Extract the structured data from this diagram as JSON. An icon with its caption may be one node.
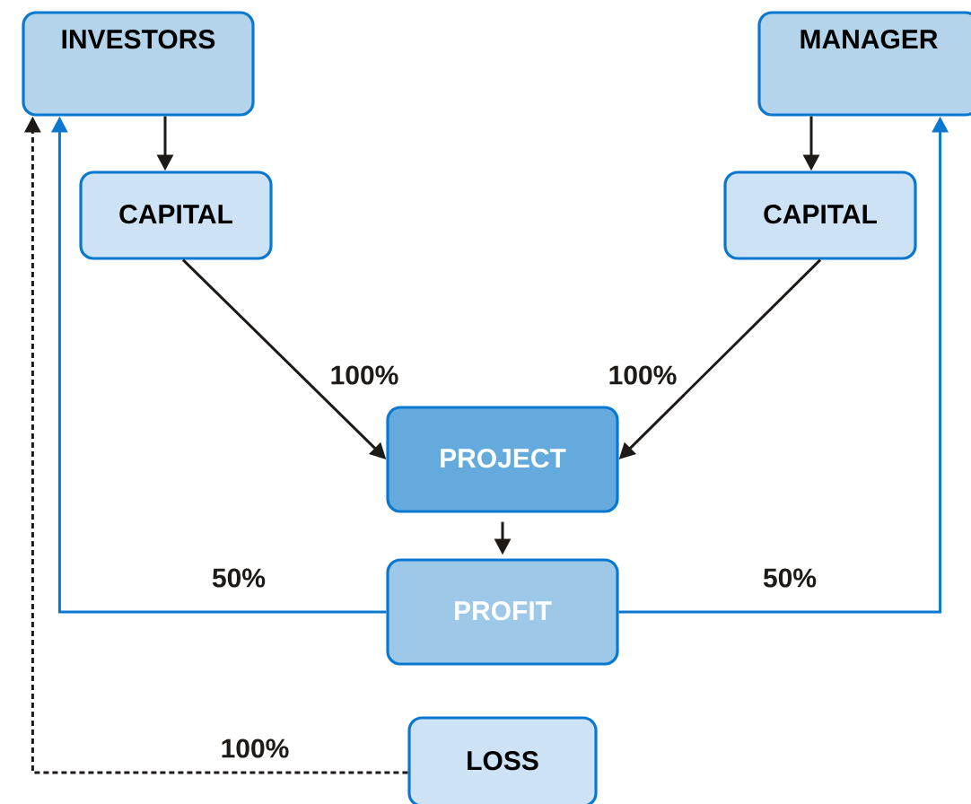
{
  "diagram": {
    "nodes": [
      {
        "text": [
          "INVESTORS"
        ]
      },
      {
        "text": [
          "MANAGER"
        ]
      },
      {
        "text": [
          "CAPITAL"
        ]
      },
      {
        "text": [
          "CAPITAL"
        ]
      },
      {
        "text": [
          "PROJECT"
        ]
      },
      {
        "text": [
          "PROFIT"
        ]
      },
      {
        "text": [
          "LOSS"
        ]
      }
    ],
    "edges": [
      {
        "from": 0,
        "to": 2,
        "arrow": "to"
      },
      {
        "from": 1,
        "to": 3,
        "arrow": "to"
      },
      {
        "from": 2,
        "to": 4,
        "arrow": "to",
        "label": "100%"
      },
      {
        "from": 3,
        "to": 4,
        "arrow": "to",
        "label": "100%"
      },
      {
        "from": 4,
        "to": 5,
        "arrow": "to"
      },
      {
        "from": 5,
        "to": 0,
        "arrow": "to",
        "label": "50%",
        "color": "#0a78cf"
      },
      {
        "from": 5,
        "to": 1,
        "arrow": "to",
        "label": "50%",
        "color": "#0a78cf"
      },
      {
        "from": 6,
        "to": 0,
        "arrow": "to",
        "label": "100%",
        "style": "dashed"
      }
    ]
  }
}
